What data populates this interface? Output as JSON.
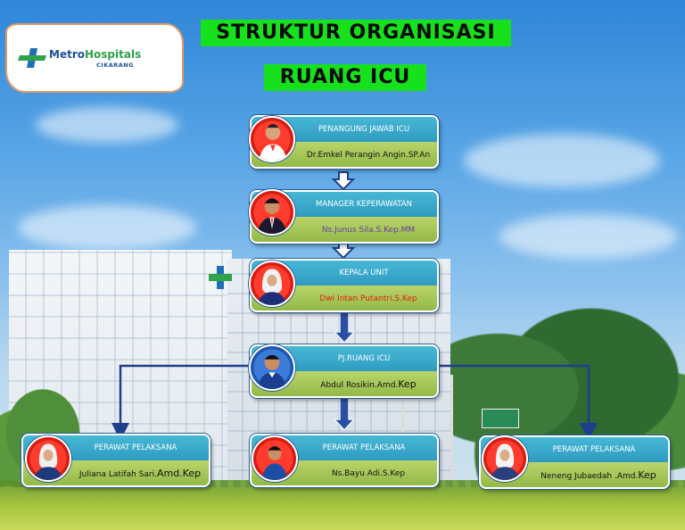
{
  "logo": {
    "brand_a": "Metro",
    "brand_b": "Hospitals",
    "sub": "CIKARANG"
  },
  "titles": {
    "line1": "STRUKTUR ORGANISASI",
    "line2": "RUANG ICU"
  },
  "cards": {
    "penanggung": {
      "role": "PENANGUNG JAWAB ICU",
      "name": "Dr.Emkel Perangin Angin.SP.An",
      "name_color": "#111111"
    },
    "manager": {
      "role": "MANAGER KEPERAWATAN",
      "name": "Ns.Junus Sila.S.Kep.MM",
      "name_color": "#6b3fa0"
    },
    "kepala": {
      "role": "KEPALA UNIT",
      "name": "Dwi Intan Putantri.S.Kep",
      "name_color": "#e02010"
    },
    "pj": {
      "role": "PJ.RUANG ICU",
      "name": "Abdul Rosikin.Amd.",
      "name_suffix": "Kep"
    },
    "perawat_left": {
      "role": "PERAWAT PELAKSANA",
      "name": "Juliana Latifah Sari.",
      "name_suffix": "Amd.Kep"
    },
    "perawat_mid": {
      "role": "PERAWAT PELAKSANA",
      "name": "Ns.Bayu Adi.S.Kep"
    },
    "perawat_right": {
      "role": "PERAWAT PELAKSANA",
      "name": "Neneng Jubaedah .Amd.",
      "name_suffix": "Kep"
    }
  },
  "colors": {
    "title_bg": "#17e01d",
    "card_head": "#2f9bc0",
    "card_body": "#a6c657",
    "avatar_bg": "#ff3b2e",
    "connector": "#1f3f8c"
  },
  "icons": {
    "logo": "metro-hospitals-cross-icon",
    "building_logo": "hospital-cross-icon"
  }
}
